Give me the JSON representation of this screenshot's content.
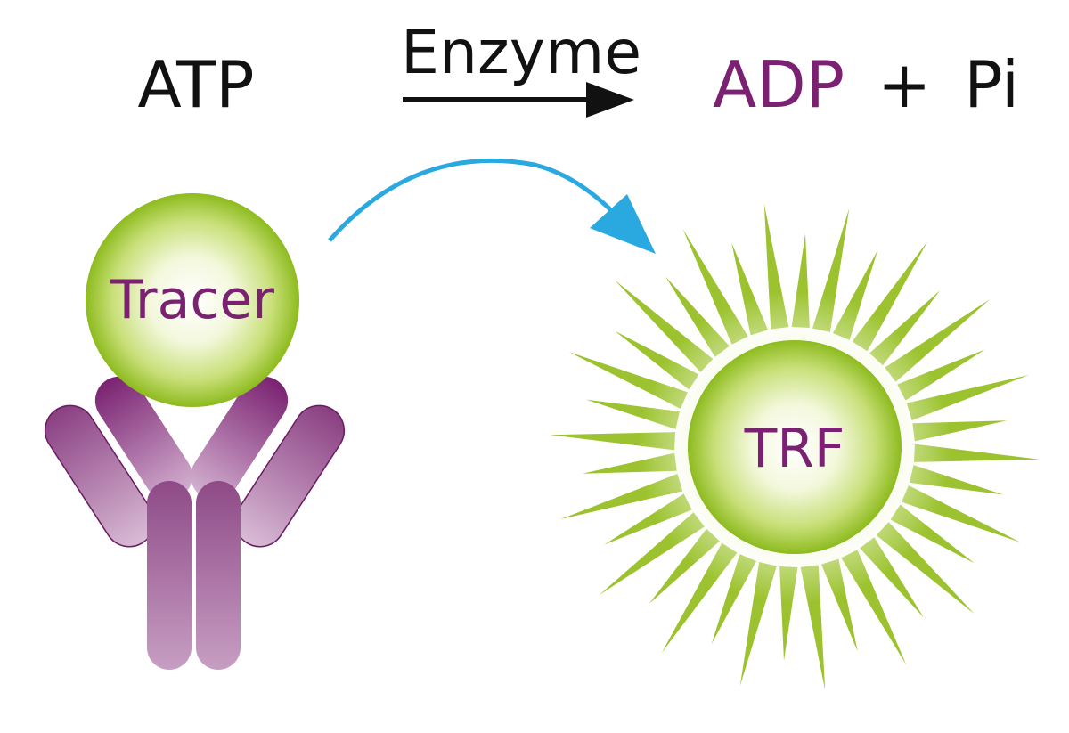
{
  "reaction": {
    "substrate": "ATP",
    "enzyme": "Enzyme",
    "product": "ADP",
    "plus": "+",
    "byproduct": "Pi"
  },
  "tracer": {
    "label": "Tracer"
  },
  "trf": {
    "label": "TRF"
  },
  "colors": {
    "purple": "#7a2271",
    "purple_light": "#c9a3c6",
    "green": "#8dbb1e",
    "green_light": "#e6f1b8",
    "cyan": "#2aa8e0",
    "black": "#111111"
  }
}
